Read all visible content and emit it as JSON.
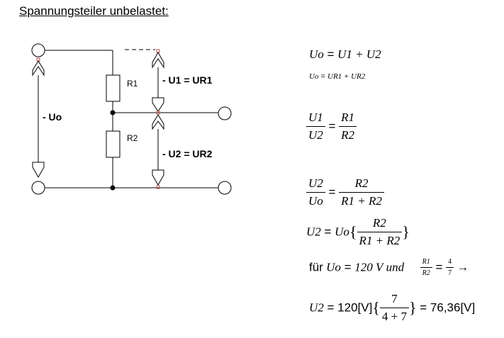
{
  "title": "Spannungsteiler unbelastet:",
  "circuit": {
    "labels": {
      "r1": "R1",
      "r2": "R2",
      "uo": "- Uo",
      "u1": "- U1 = UR1",
      "u2": "- U2 = UR2"
    }
  },
  "formulas": {
    "f1": {
      "lhs": "Uo",
      "rhs": "U1 + U2"
    },
    "f2": {
      "lhs": "Uo",
      "rhs": "UR1 + UR2"
    },
    "f3": {
      "lhs_num": "U1",
      "lhs_den": "U2",
      "rhs_num": "R1",
      "rhs_den": "R2"
    },
    "f4": {
      "lhs_num": "U2",
      "lhs_den": "Uo",
      "rhs_num": "R2",
      "rhs_den": "R1 + R2"
    },
    "f5": {
      "lhs": "U2",
      "factor": "Uo",
      "num": "R2",
      "den": "R1 + R2"
    },
    "f6": {
      "prefix": "für",
      "var": "Uo",
      "value": "120 V",
      "word": "und",
      "ratio_num": "R1",
      "ratio_den": "R2",
      "res_num": "4",
      "res_den": "7",
      "arrow": "→"
    },
    "f7": {
      "lhs": "U2",
      "factor": "120[V]",
      "num": "7",
      "den": "4 + 7",
      "result": "76,36[V]"
    }
  },
  "colors": {
    "terminal_marker": "#c0504d",
    "line": "#000000"
  }
}
